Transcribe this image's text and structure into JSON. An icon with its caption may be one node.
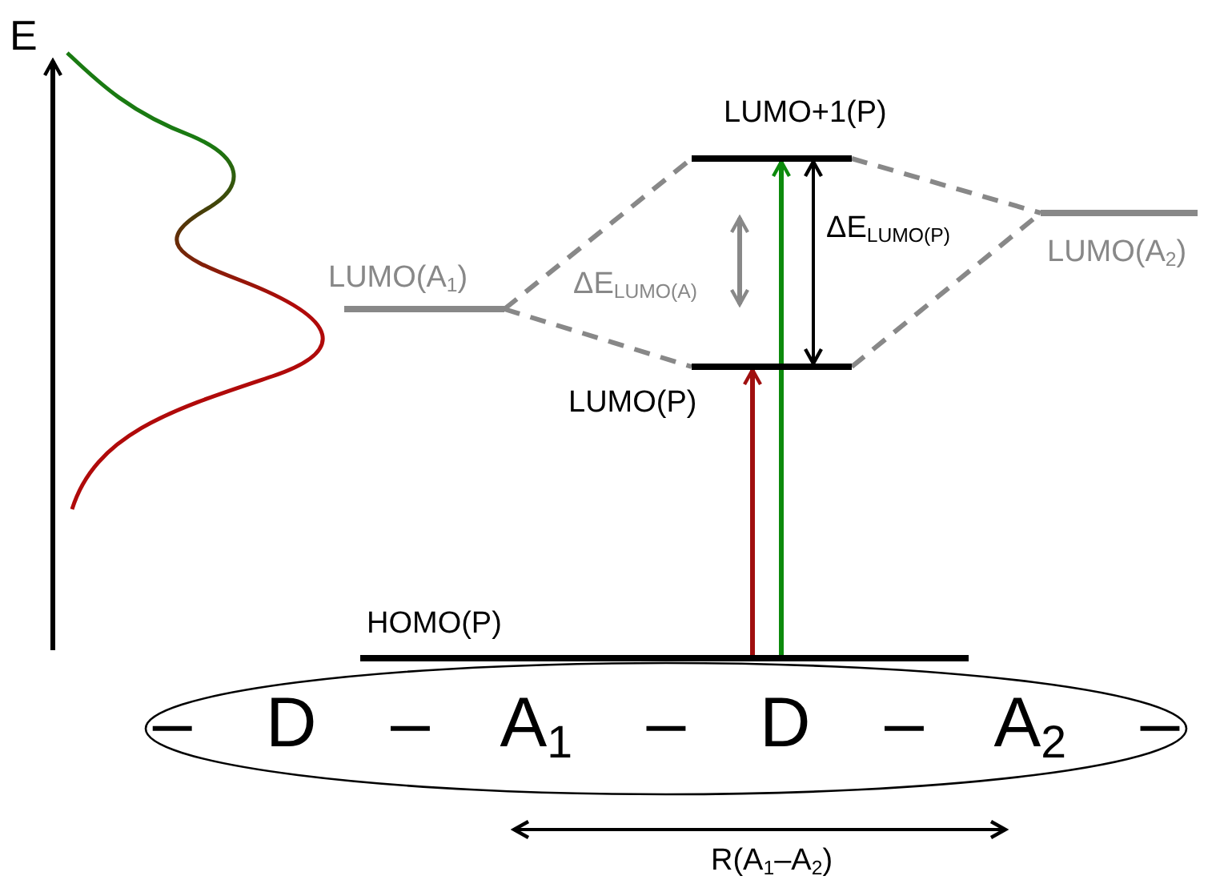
{
  "diagram": {
    "nodes": [
      {
        "text": [
          "LUMO+1(P)"
        ]
      },
      {
        "text": [
          "LUMO(A$_{2}$)"
        ]
      },
      {
        "text": [
          "LUMO(A$_{1}$)"
        ]
      },
      {
        "text": [
          "LUMO(P)"
        ]
      },
      {
        "text": [
          "HOMO(P)"
        ]
      },
      {
        "text": [
          "– D – A$_{1}$ – D – A$_{2}$ –"
        ]
      }
    ],
    "edges": [
      {
        "from": 2,
        "to": 0,
        "arrow": "none",
        "style": "dashed",
        "color": "#888888"
      },
      {
        "from": 2,
        "to": 3,
        "arrow": "none",
        "style": "dashed",
        "color": "#888888"
      },
      {
        "from": 0,
        "to": 1,
        "arrow": "none",
        "style": "dashed",
        "color": "#888888"
      },
      {
        "from": 3,
        "to": 1,
        "arrow": "none",
        "style": "dashed",
        "color": "#888888"
      },
      {
        "from": 4,
        "to": 3,
        "arrow": "to",
        "color": "#a00f0f"
      },
      {
        "from": 4,
        "to": 0,
        "arrow": "to",
        "color": "#0c8a0c"
      },
      {
        "from": 0,
        "to": 3,
        "arrow": "both",
        "label": "ΔE$_{LUMO(P)}$",
        "color": "#000000"
      }
    ],
    "labels": [
      "E",
      "ΔE$_{LUMO(A)}$",
      "R(A$_{1}$–A$_{2}$)"
    ]
  }
}
